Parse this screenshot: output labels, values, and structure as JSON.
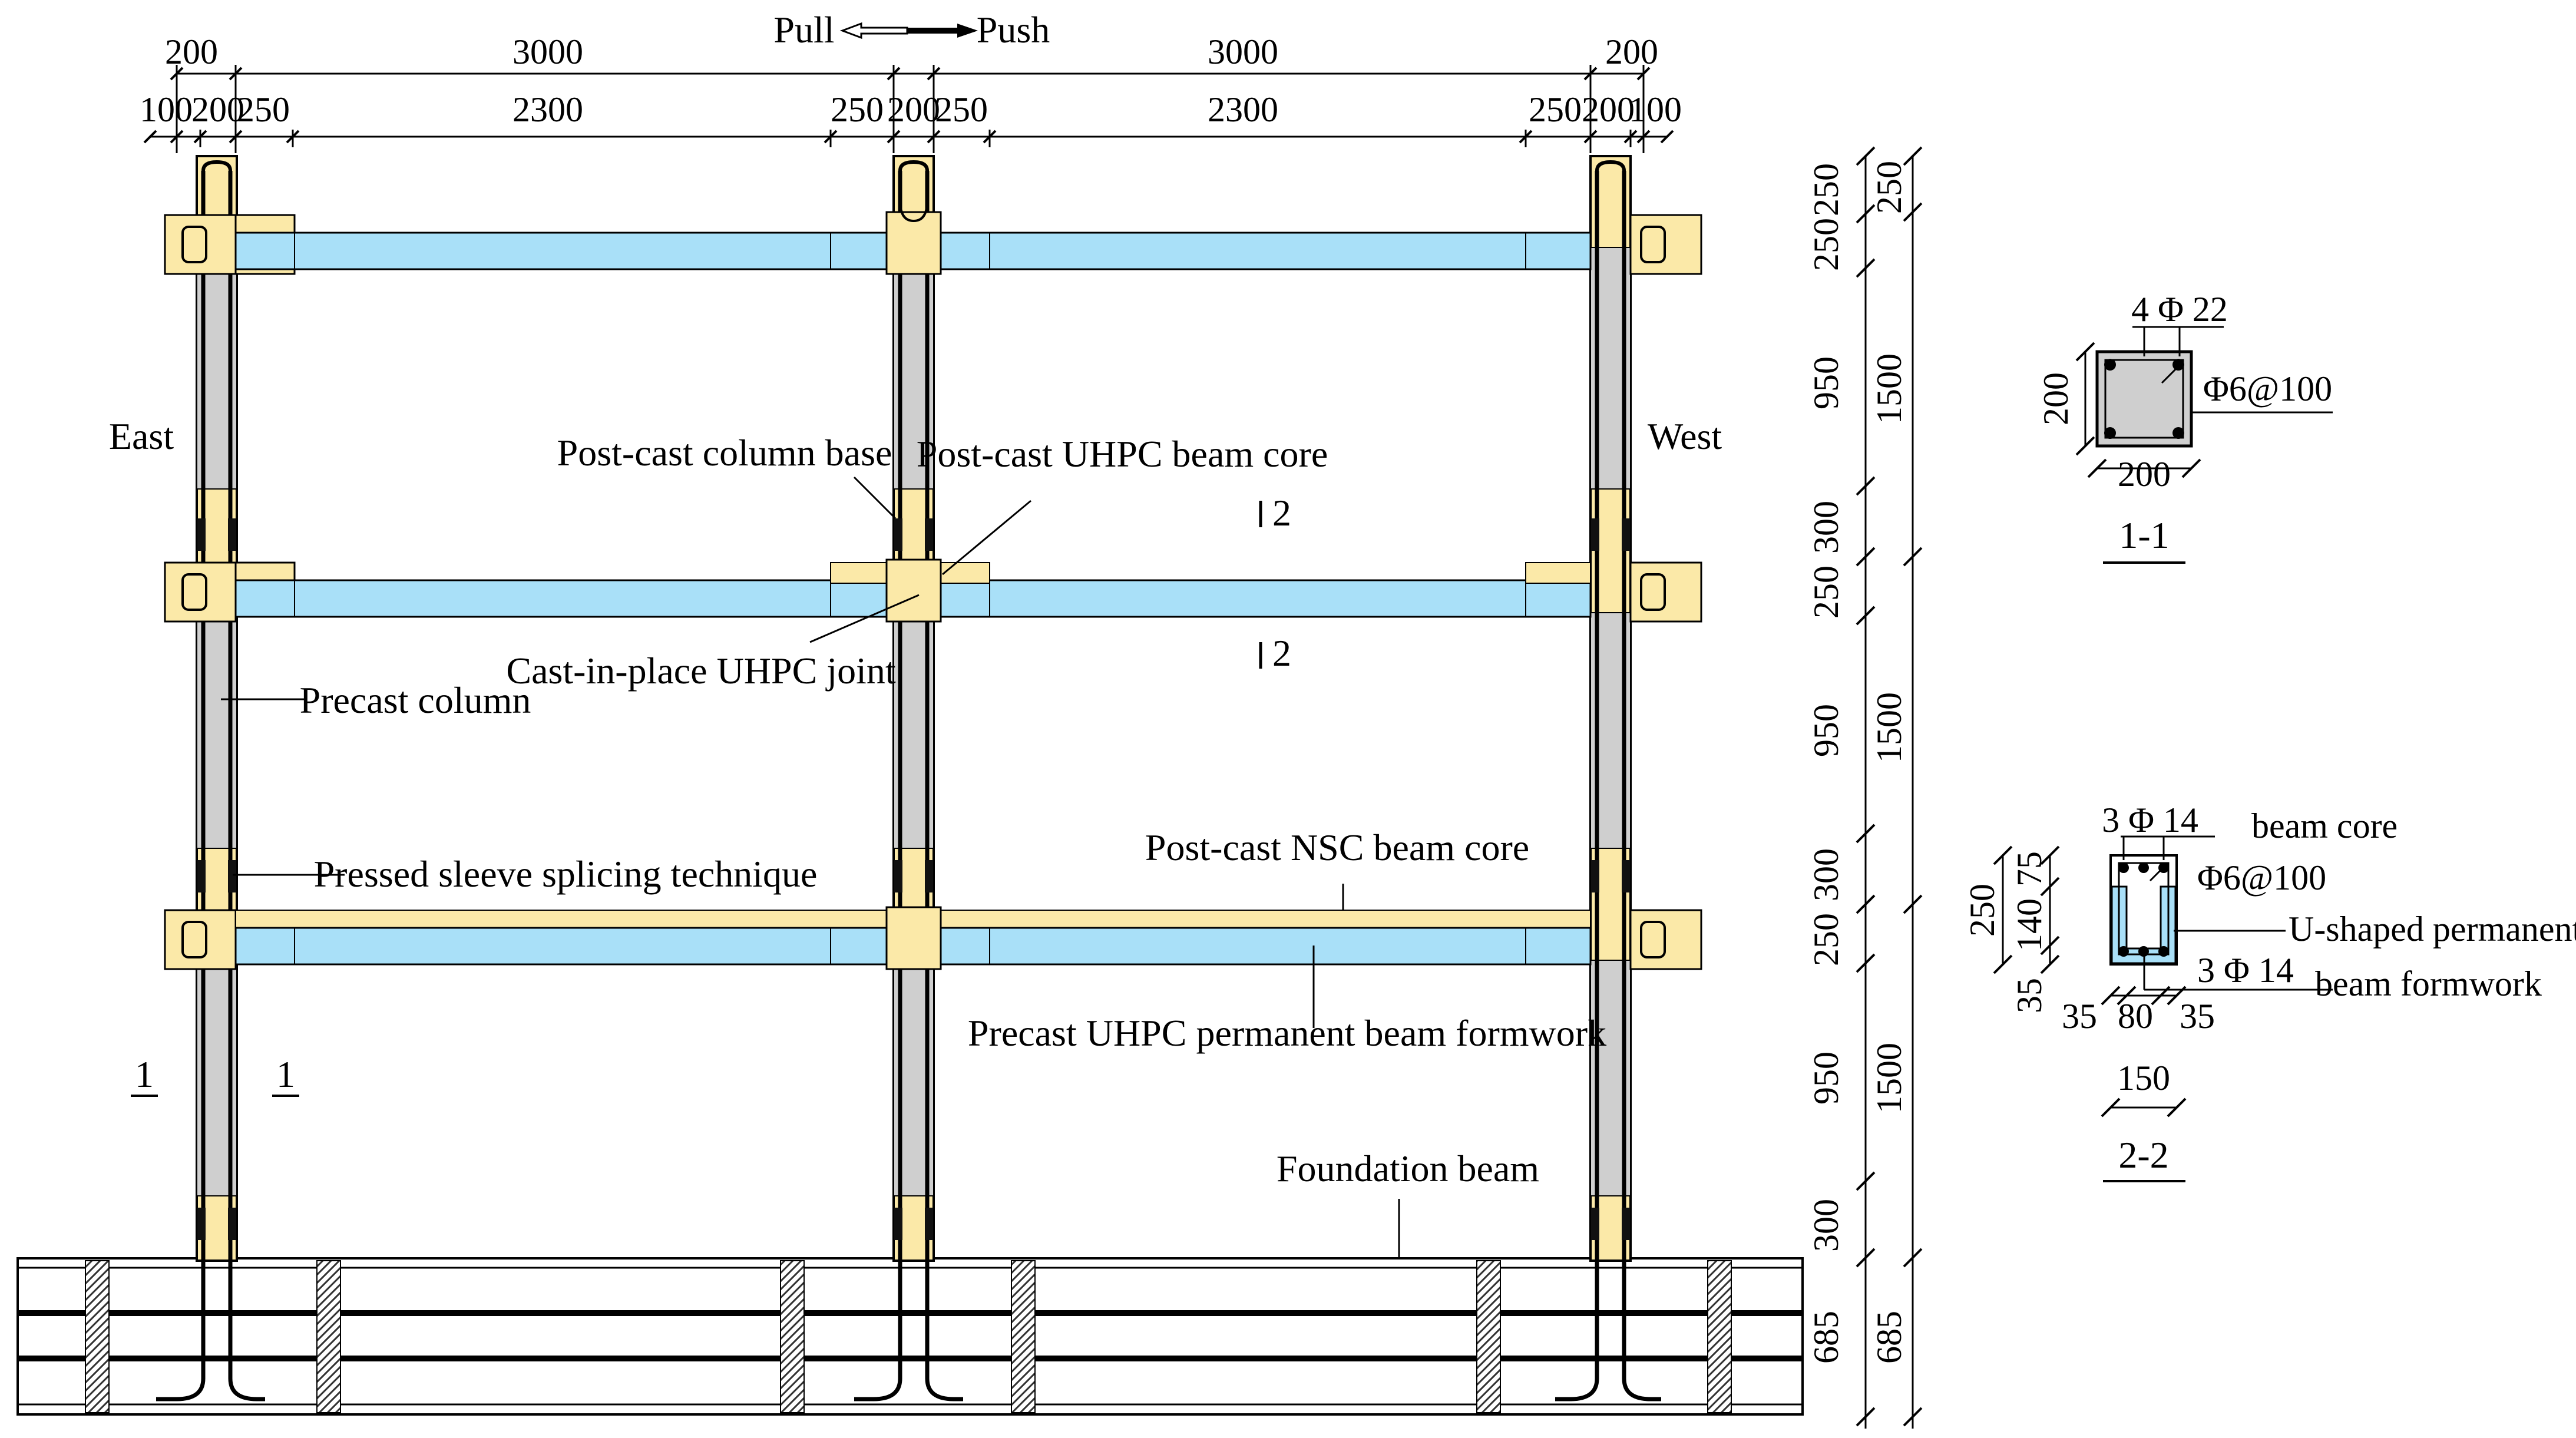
{
  "direction": {
    "pull": "Pull",
    "push": "Push"
  },
  "sides": {
    "east": "East",
    "west": "West"
  },
  "top_dimensions": {
    "outer": [
      "200",
      "3000",
      "3000",
      "200"
    ],
    "inner": [
      "100",
      "200",
      "250",
      "2300",
      "250",
      "200",
      "250",
      "2300",
      "250",
      "200",
      "100"
    ]
  },
  "right_dimensions": {
    "inner": [
      "250",
      "250",
      "950",
      "300",
      "250",
      "950",
      "300",
      "250",
      "950",
      "300",
      "685"
    ],
    "outer": [
      "250",
      "1500",
      "1500",
      "1500",
      "685"
    ]
  },
  "labels": {
    "post_cast_column_base": "Post-cast column base",
    "post_cast_uhpc_beam_core": "Post-cast UHPC beam core",
    "cast_in_place_uhpc_joint": "Cast-in-place UHPC joint",
    "precast_column": "Precast column",
    "pressed_sleeve": "Pressed sleeve splicing technique",
    "post_cast_nsc_beam_core": "Post-cast NSC beam core",
    "precast_uhpc_formwork": "Precast UHPC permanent beam formwork",
    "foundation_beam": "Foundation beam",
    "section_mark_1": "1",
    "section_mark_2": "2"
  },
  "section_1_1": {
    "title": "1-1",
    "top_bars": "4 Φ 22",
    "stirrup": "Φ6@100",
    "height": "200",
    "width": "200"
  },
  "section_2_2": {
    "title": "2-2",
    "top_bars": "3 Φ 14",
    "core": "beam core",
    "stirrup": "Φ6@100",
    "u_shape_1": "U-shaped permanent",
    "bottom_bars": "3 Φ 14",
    "u_shape_2": "beam formwork",
    "total_height": "250",
    "h_top": "75",
    "h_mid": "140",
    "h_bot": "35",
    "w_left": "35",
    "w_mid": "80",
    "w_right": "35",
    "width": "150"
  },
  "colors": {
    "beam_fill": "#a9e0f8",
    "joint_fill": "#fbe9a8",
    "column_fill": "#cfcfcf",
    "sleeve_fill": "#111111"
  }
}
